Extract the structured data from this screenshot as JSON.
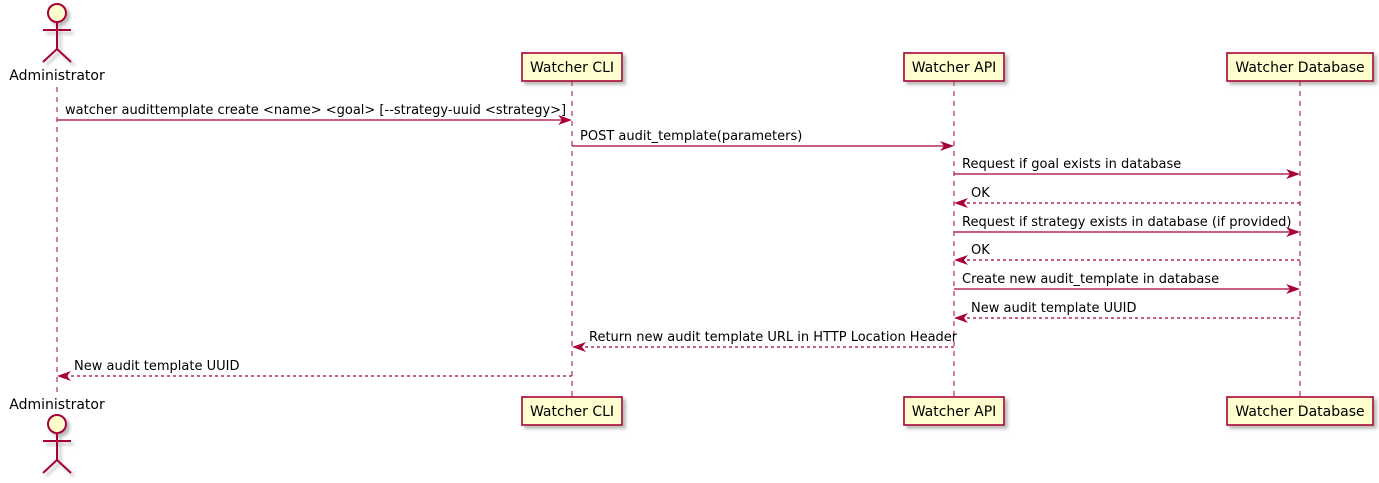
{
  "diagram": {
    "type": "sequence-diagram",
    "actors": [
      {
        "name": "Administrator"
      }
    ],
    "participants": [
      {
        "label": "Watcher CLI"
      },
      {
        "label": "Watcher API"
      },
      {
        "label": "Watcher Database"
      }
    ],
    "messages": [
      {
        "from": "Administrator",
        "to": "Watcher CLI",
        "label": "watcher audittemplate create <name> <goal> [--strategy-uuid <strategy>]",
        "line": "solid"
      },
      {
        "from": "Watcher CLI",
        "to": "Watcher API",
        "label": "POST audit_template(parameters)",
        "line": "solid"
      },
      {
        "from": "Watcher API",
        "to": "Watcher Database",
        "label": "Request if goal exists in database",
        "line": "solid"
      },
      {
        "from": "Watcher Database",
        "to": "Watcher API",
        "label": "OK",
        "line": "dashed"
      },
      {
        "from": "Watcher API",
        "to": "Watcher Database",
        "label": "Request if strategy exists in database (if provided)",
        "line": "solid"
      },
      {
        "from": "Watcher Database",
        "to": "Watcher API",
        "label": "OK",
        "line": "dashed"
      },
      {
        "from": "Watcher API",
        "to": "Watcher Database",
        "label": "Create new audit_template in database",
        "line": "solid"
      },
      {
        "from": "Watcher Database",
        "to": "Watcher API",
        "label": "New audit template UUID",
        "line": "dashed"
      },
      {
        "from": "Watcher API",
        "to": "Watcher CLI",
        "label": "Return new audit template URL in HTTP Location Header",
        "line": "dashed"
      },
      {
        "from": "Watcher CLI",
        "to": "Administrator",
        "label": "New audit template UUID",
        "line": "dashed"
      }
    ],
    "colors": {
      "border": "#A80036",
      "fill": "#FEFECE",
      "text": "#000000",
      "background": "#FFFFFF",
      "shadow": "#999999"
    }
  }
}
